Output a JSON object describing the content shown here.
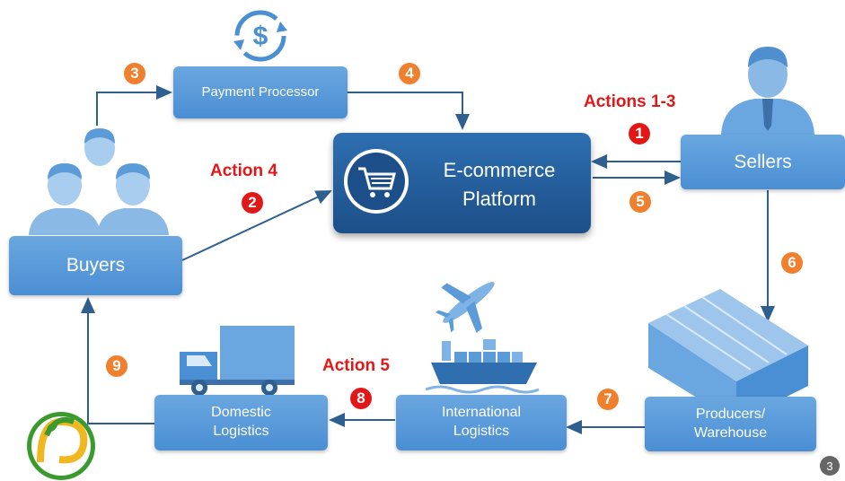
{
  "nodes": {
    "payment_processor": "Payment Processor",
    "platform_line1": "E-commerce",
    "platform_line2": "Platform",
    "sellers": "Sellers",
    "buyers": "Buyers",
    "producers_line1": "Producers/",
    "producers_line2": "Warehouse",
    "international_line1": "International",
    "international_line2": "Logistics",
    "domestic_line1": "Domestic",
    "domestic_line2": "Logistics"
  },
  "labels": {
    "actions_1_3": "Actions 1-3",
    "action_4": "Action 4",
    "action_5": "Action 5"
  },
  "steps": {
    "s1": "1",
    "s2": "2",
    "s3": "3",
    "s4": "4",
    "s5": "5",
    "s6": "6",
    "s7": "7",
    "s8": "8",
    "s9": "9"
  },
  "page_number": "3",
  "colors": {
    "box": "#5a9bd8",
    "platform": "#23599a",
    "step_orange": "#f07f2e",
    "step_red": "#e21818",
    "arrow": "#2f5f8f"
  },
  "icons": [
    "dollar-cycle-icon",
    "cart-icon",
    "seller-person-icon",
    "buyers-group-icon",
    "warehouse-icon",
    "airplane-icon",
    "cargo-ship-icon",
    "truck-icon",
    "logo-icon"
  ]
}
